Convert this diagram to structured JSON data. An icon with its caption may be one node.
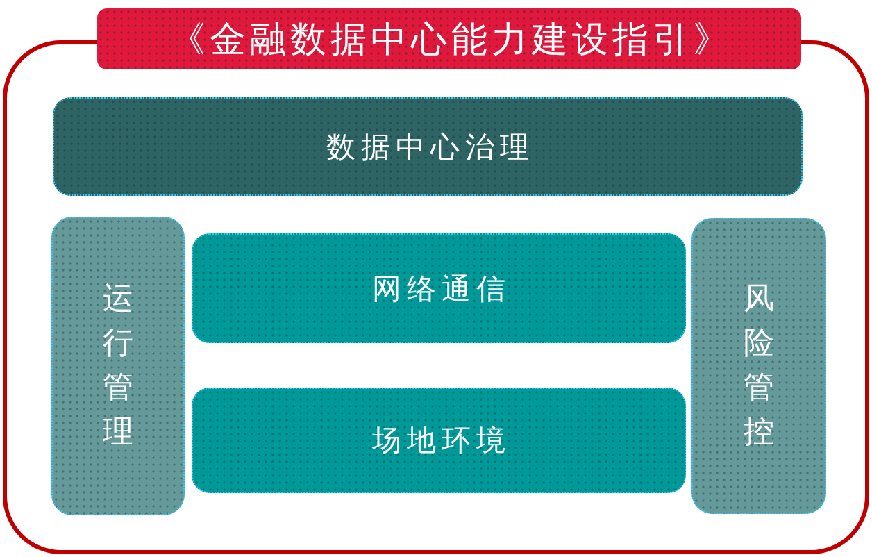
{
  "diagram": {
    "nodes": [
      {
        "text": [
          "《金融数据中心能力建设指引》"
        ]
      },
      {
        "text": [
          "数据中心治理"
        ],
        "in": 0
      },
      {
        "text": [
          "运行管理"
        ],
        "in": 0
      },
      {
        "text": [
          "网络通信"
        ],
        "in": 0
      },
      {
        "text": [
          "场地环境"
        ],
        "in": 0
      },
      {
        "text": [
          "风险管控"
        ],
        "in": 0
      }
    ]
  }
}
